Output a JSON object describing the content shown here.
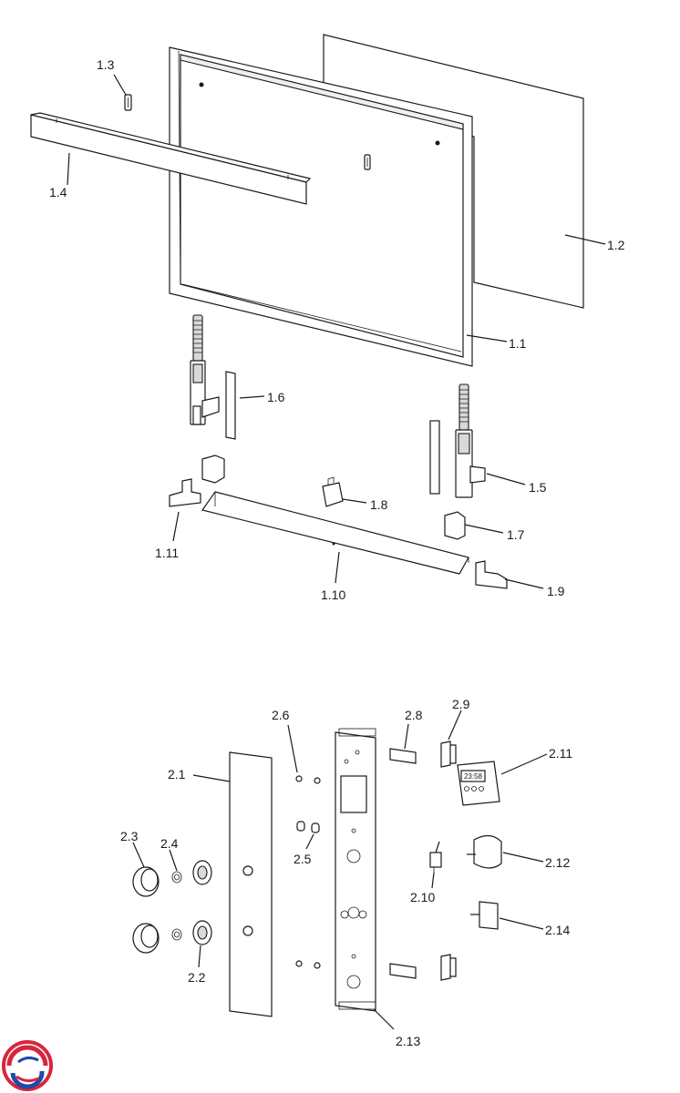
{
  "callouts": [
    {
      "id": "1.1",
      "text": "1.1"
    },
    {
      "id": "1.2",
      "text": "1.2"
    },
    {
      "id": "1.3",
      "text": "1.3"
    },
    {
      "id": "1.4",
      "text": "1.4"
    },
    {
      "id": "1.5",
      "text": "1.5"
    },
    {
      "id": "1.6",
      "text": "1.6"
    },
    {
      "id": "1.7",
      "text": "1.7"
    },
    {
      "id": "1.8",
      "text": "1.8"
    },
    {
      "id": "1.9",
      "text": "1.9"
    },
    {
      "id": "1.10",
      "text": "1.10"
    },
    {
      "id": "1.11",
      "text": "1.11"
    },
    {
      "id": "2.1",
      "text": "2.1"
    },
    {
      "id": "2.2",
      "text": "2.2"
    },
    {
      "id": "2.3",
      "text": "2.3"
    },
    {
      "id": "2.4",
      "text": "2.4"
    },
    {
      "id": "2.5",
      "text": "2.5"
    },
    {
      "id": "2.6",
      "text": "2.6"
    },
    {
      "id": "2.8",
      "text": "2.8"
    },
    {
      "id": "2.9",
      "text": "2.9"
    },
    {
      "id": "2.10",
      "text": "2.10"
    },
    {
      "id": "2.11",
      "text": "2.11"
    },
    {
      "id": "2.12",
      "text": "2.12"
    },
    {
      "id": "2.13",
      "text": "2.13"
    },
    {
      "id": "2.14",
      "text": "2.14"
    }
  ],
  "timer_display": "23:58",
  "logo": {
    "name": "brand-logo-icon",
    "colors": [
      "#d7263d",
      "#1f4aa8"
    ]
  }
}
